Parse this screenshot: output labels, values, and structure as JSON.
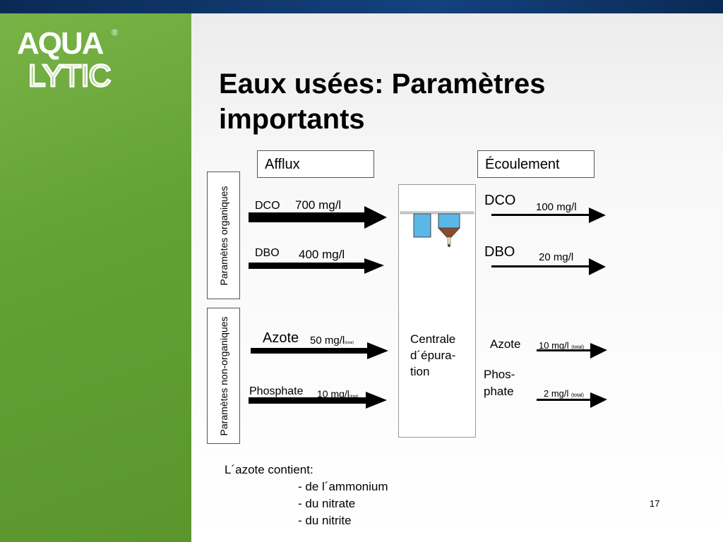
{
  "brand": {
    "logo_line1": "AQUA",
    "logo_line2": "LYTIC",
    "registered": "®",
    "colors": {
      "topbar": "#0a2a55",
      "panel": "#62a034",
      "logo_text": "#ffffff"
    }
  },
  "title": {
    "line1": "Eaux usées: Paramètres",
    "line2": "importants"
  },
  "headers": {
    "inflow": "Afflux",
    "outflow": "Écoulement"
  },
  "groups": {
    "organic": "Paramètes organiques",
    "non_organic": "Paramètes non-organiques"
  },
  "inflow": {
    "dco": {
      "name": "DCO",
      "value": "700 mg/l"
    },
    "dbo": {
      "name": "DBO",
      "value": "400 mg/l"
    },
    "azote": {
      "name": "Azote",
      "value": "50 mg/l",
      "note": "(total)"
    },
    "phosphate": {
      "name": "Phosphate",
      "value": "10 mg/l",
      "note": "(total)"
    }
  },
  "plant": {
    "line1": "Centrale",
    "line2": "d´épura-",
    "line3": "tion"
  },
  "outflow": {
    "dco": {
      "name": "DCO",
      "value": "100 mg/l"
    },
    "dbo": {
      "name": "DBO",
      "value": "20 mg/l"
    },
    "azote": {
      "name": "Azote",
      "value": "10 mg/l",
      "note": "(total)"
    },
    "phosphate": {
      "name_line1": "Phos-",
      "name_line2": "phate",
      "value": "2 mg/l",
      "note": "(total)"
    }
  },
  "note": {
    "intro": "L´azote contient:",
    "items": [
      "- de l´ammonium",
      "- du nitrate",
      "- du nitrite"
    ]
  },
  "slide_number": "17"
}
